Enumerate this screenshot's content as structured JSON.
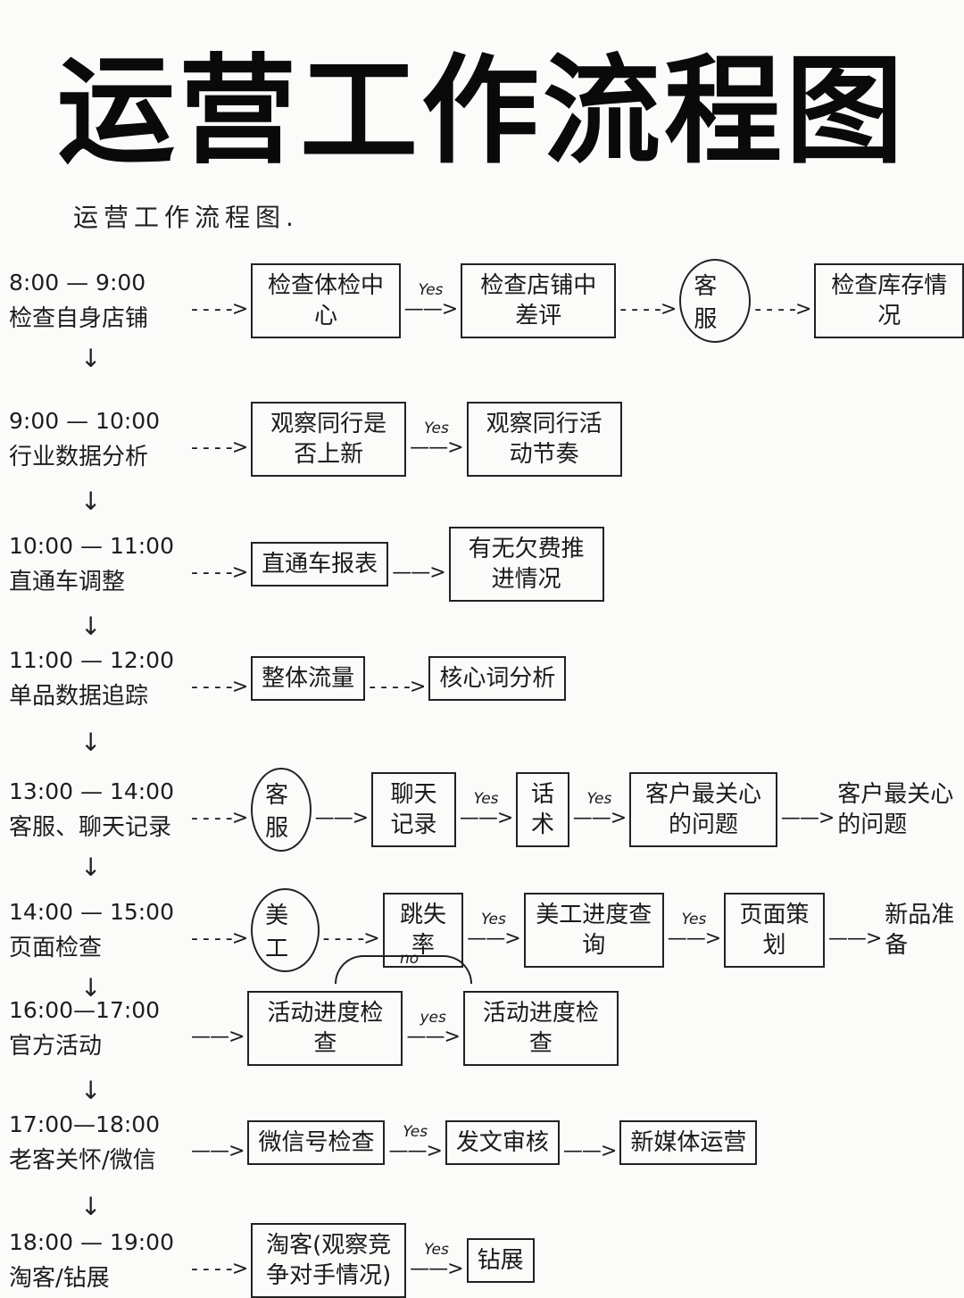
{
  "title": "运营工作流程图",
  "subtitle": "运营工作流程图.",
  "rows": [
    {
      "time": "8:00 — 9:00",
      "task": "检查自身店铺",
      "steps": [
        {
          "conn": "dashed",
          "edge": "",
          "type": "box",
          "label": "检查体检中心"
        },
        {
          "conn": "solid",
          "edge": "Yes",
          "type": "box",
          "label": "检查店铺中差评"
        },
        {
          "conn": "dashed",
          "edge": "",
          "type": "circle",
          "label": "客服"
        },
        {
          "conn": "dashed",
          "edge": "",
          "type": "box",
          "label": "检查库存情况"
        }
      ]
    },
    {
      "time": "9:00 — 10:00",
      "task": "行业数据分析",
      "steps": [
        {
          "conn": "dashed",
          "edge": "",
          "type": "box",
          "label": "观察同行是否上新"
        },
        {
          "conn": "solid",
          "edge": "Yes",
          "type": "box",
          "label": "观察同行活动节奏"
        }
      ]
    },
    {
      "time": "10:00 — 11:00",
      "task": "直通车调整",
      "steps": [
        {
          "conn": "dashed",
          "edge": "",
          "type": "box",
          "label": "直通车报表"
        },
        {
          "conn": "solid",
          "edge": "",
          "type": "box",
          "label": "有无欠费推进情况"
        }
      ]
    },
    {
      "time": "11:00 — 12:00",
      "task": "单品数据追踪",
      "steps": [
        {
          "conn": "dashed",
          "edge": "",
          "type": "box",
          "label": "整体流量"
        },
        {
          "conn": "dashed",
          "edge": "",
          "type": "box",
          "label": "核心词分析"
        }
      ]
    },
    {
      "time": "13:00 — 14:00",
      "task": "客服、聊天记录",
      "steps": [
        {
          "conn": "dashed",
          "edge": "",
          "type": "circle",
          "label": "客服"
        },
        {
          "conn": "solid",
          "edge": "",
          "type": "box",
          "label": "聊天记录"
        },
        {
          "conn": "solid",
          "edge": "Yes",
          "type": "box",
          "label": "话术"
        },
        {
          "conn": "solid",
          "edge": "Yes",
          "type": "box",
          "label": "客户最关心的问题"
        },
        {
          "conn": "solid",
          "edge": "",
          "type": "text",
          "label": "客户最关心的问题"
        }
      ]
    },
    {
      "time": "14:00 — 15:00",
      "task": "页面检查",
      "steps": [
        {
          "conn": "dashed",
          "edge": "",
          "type": "circle",
          "label": "美工"
        },
        {
          "conn": "dashed",
          "edge": "",
          "type": "box",
          "label": "跳失率"
        },
        {
          "conn": "solid",
          "edge": "Yes",
          "type": "box",
          "label": "美工进度查询"
        },
        {
          "conn": "solid",
          "edge": "Yes",
          "type": "box",
          "label": "页面策划"
        },
        {
          "conn": "solid",
          "edge": "",
          "type": "text",
          "label": "新品准备"
        }
      ]
    },
    {
      "time": "16:00—17:00",
      "task": "官方活动",
      "steps": [
        {
          "conn": "solid",
          "edge": "",
          "type": "box",
          "label": "活动进度检查"
        },
        {
          "conn": "solid",
          "edge": "yes",
          "type": "box",
          "label": "活动进度检查"
        }
      ]
    },
    {
      "time": "17:00—18:00",
      "task": "老客关怀/微信",
      "steps": [
        {
          "conn": "solid",
          "edge": "",
          "type": "box",
          "label": "微信号检查"
        },
        {
          "conn": "solid",
          "edge": "Yes",
          "type": "box",
          "label": "发文审核"
        },
        {
          "conn": "solid",
          "edge": "",
          "type": "box",
          "label": "新媒体运营"
        }
      ]
    },
    {
      "time": "18:00 — 19:00",
      "task": "淘客/钻展",
      "steps": [
        {
          "conn": "dashed",
          "edge": "",
          "type": "box",
          "label": "淘客(观察竞争对手情况)"
        },
        {
          "conn": "solid",
          "edge": "Yes",
          "type": "box",
          "label": "钻展"
        }
      ]
    }
  ],
  "loop_label": "no",
  "down_arrow": "↓"
}
